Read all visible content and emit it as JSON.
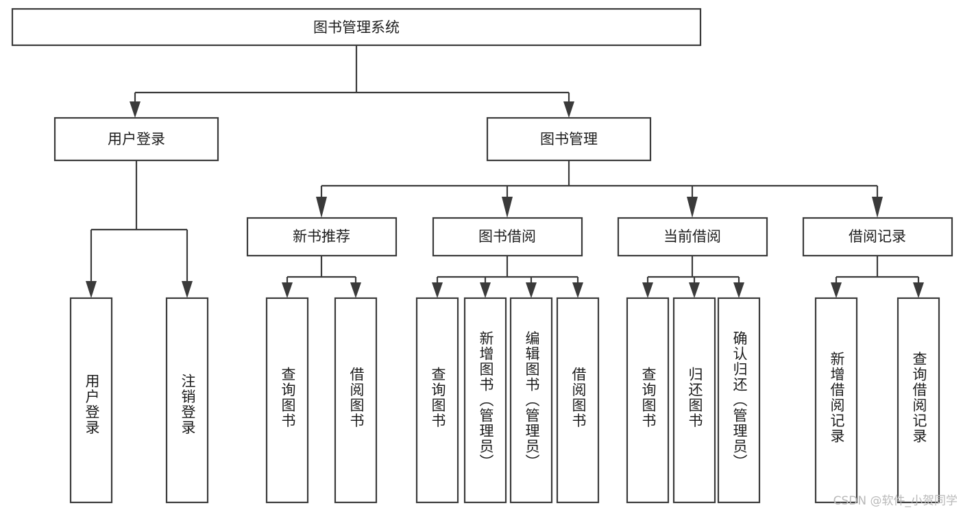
{
  "diagram": {
    "title": "图书管理系统",
    "type": "tree-hierarchy-chart",
    "watermark": "CSDN @软件_小贺同学",
    "colors": {
      "box_stroke": "#3a3a3a",
      "box_fill": "#ffffff",
      "text": "#1c1c1c",
      "watermark": "#b9b9b9",
      "background": "#ffffff"
    },
    "levels": {
      "root": {
        "label": "图书管理系统"
      },
      "level2": [
        {
          "id": "user-login",
          "label": "用户登录"
        },
        {
          "id": "book-management",
          "label": "图书管理"
        }
      ],
      "level3": [
        {
          "id": "new-book-recommend",
          "label": "新书推荐"
        },
        {
          "id": "book-borrow",
          "label": "图书借阅"
        },
        {
          "id": "current-borrow",
          "label": "当前借阅"
        },
        {
          "id": "borrow-record",
          "label": "借阅记录"
        }
      ],
      "leaves": {
        "user_login": [
          {
            "id": "leaf-user-login",
            "label": "用户登录"
          },
          {
            "id": "leaf-user-logout",
            "label": "注销登录"
          }
        ],
        "new_book_recommend": [
          {
            "id": "leaf-query-book-1",
            "label": "查询图书"
          },
          {
            "id": "leaf-borrow-book-1",
            "label": "借阅图书"
          }
        ],
        "book_borrow": [
          {
            "id": "leaf-query-book-2",
            "label": "查询图书"
          },
          {
            "id": "leaf-add-book",
            "label": "新增图书（管理员）"
          },
          {
            "id": "leaf-edit-book",
            "label": "编辑图书（管理员）"
          },
          {
            "id": "leaf-borrow-book-2",
            "label": "借阅图书"
          }
        ],
        "current_borrow": [
          {
            "id": "leaf-query-book-3",
            "label": "查询图书"
          },
          {
            "id": "leaf-return-book",
            "label": "归还图书"
          },
          {
            "id": "leaf-confirm-return",
            "label": "确认归还（管理员）"
          }
        ],
        "borrow_record": [
          {
            "id": "leaf-add-record",
            "label": "新增借阅记录"
          },
          {
            "id": "leaf-query-record",
            "label": "查询借阅记录"
          }
        ]
      }
    }
  }
}
